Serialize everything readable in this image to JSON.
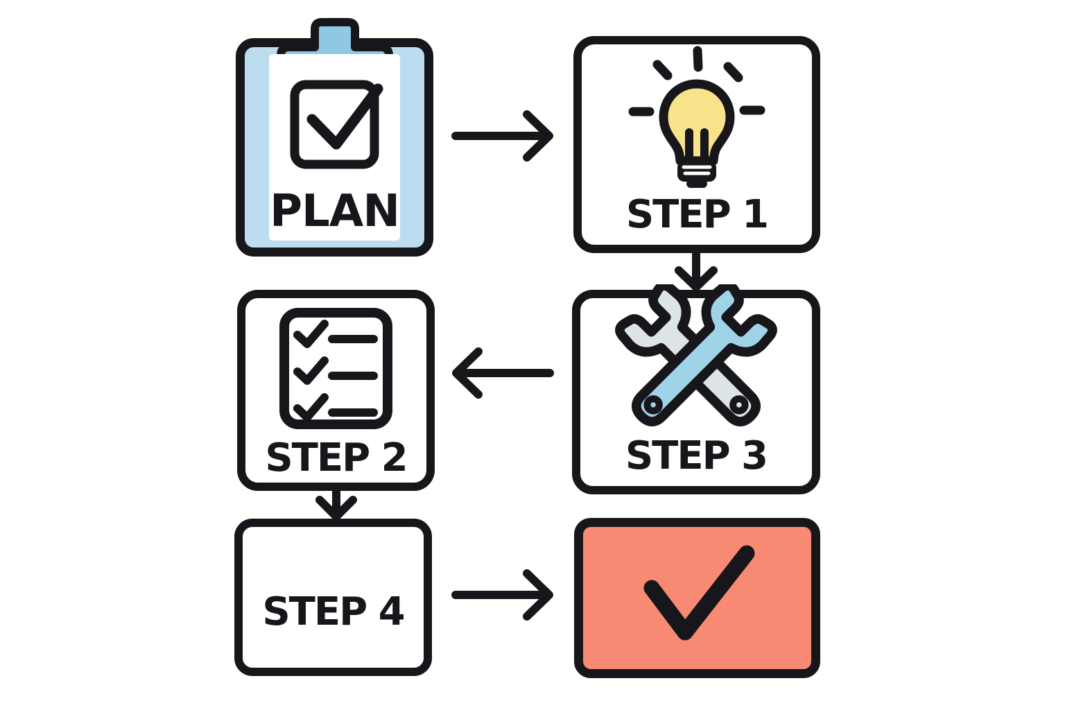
{
  "diagram": {
    "title": "Plan steps flowchart",
    "type": "flowchart",
    "nodes": {
      "plan": {
        "label": "PLAN",
        "icon": "clipboard-check-icon",
        "fill": "#bcdcf0"
      },
      "step1": {
        "label": "STEP 1",
        "icon": "lightbulb-icon",
        "fill": "#ffffff"
      },
      "step3": {
        "label": "STEP 3",
        "icon": "crossed-wrenches-icon",
        "fill": "#ffffff"
      },
      "step2": {
        "label": "STEP 2",
        "icon": "checklist-icon",
        "fill": "#ffffff"
      },
      "step4": {
        "label": "STEP 4",
        "icon": "none",
        "fill": "#ffffff"
      },
      "done": {
        "label": "",
        "icon": "checkmark-icon",
        "fill": "#f88a74"
      }
    },
    "connections": [
      {
        "from": "plan",
        "to": "step1",
        "direction": "right"
      },
      {
        "from": "step1",
        "to": "step3",
        "direction": "down"
      },
      {
        "from": "step3",
        "to": "step2",
        "direction": "left"
      },
      {
        "from": "step2",
        "to": "step4",
        "direction": "down"
      },
      {
        "from": "step4",
        "to": "done",
        "direction": "right"
      }
    ]
  },
  "colors": {
    "outline": "#17171b",
    "clipboard-fill": "#bcdcf0",
    "clip-fill": "#8ec8e2",
    "bulb-yellow": "#f8e38a",
    "wrench-gray": "#dce4e8",
    "wrench-blue": "#9fd3e8",
    "done-fill": "#f88a74",
    "bg": "#fffffe",
    "label": "#17171b"
  }
}
